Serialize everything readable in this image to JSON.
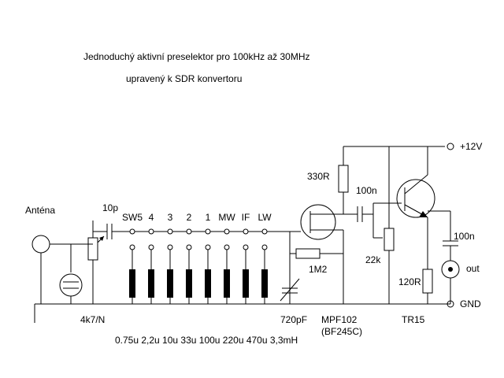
{
  "title": {
    "line1": "Jednoduchý aktivní preselektor pro 100kHz až 30MHz",
    "line2": "upravený k  SDR konvertoru"
  },
  "labels": {
    "antenna": "Anténa",
    "cap_in": "10p",
    "pot_in": "4k7/N",
    "bands": [
      "SW5",
      "4",
      "3",
      "2",
      "1",
      "MW",
      "IF",
      "LW"
    ],
    "inductors": "0.75u 2,2u 10u 33u 100u 220u 470u 3,3mH",
    "var_cap": "720pF",
    "gate_res": "1M2",
    "fet": "MPF102",
    "fet_alt": "(BF245C)",
    "drain_res": "330R",
    "coupling_cap": "100n",
    "pot_bias": "22k",
    "emitter_res": "120R",
    "transistor": "TR15",
    "out_cap": "100n",
    "out": "out",
    "supply": "+12V",
    "gnd": "GND"
  }
}
